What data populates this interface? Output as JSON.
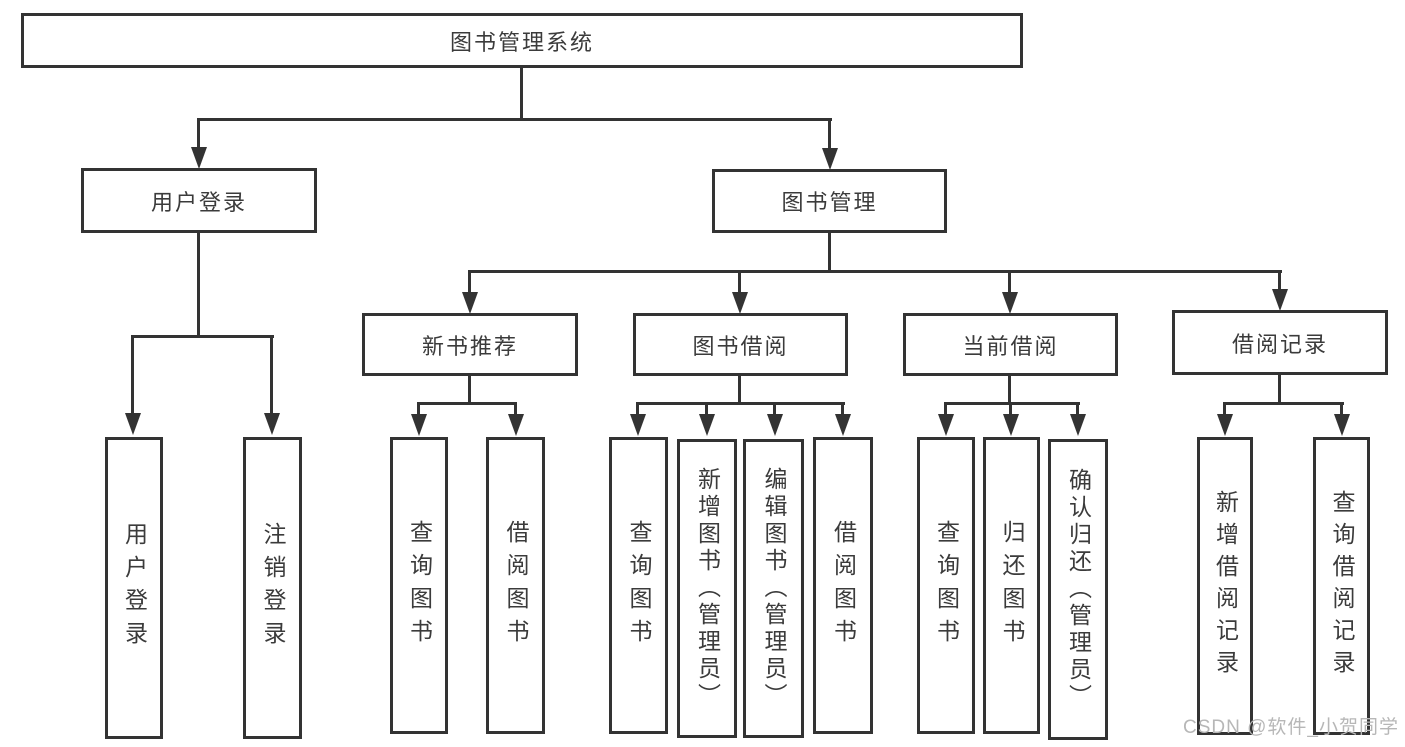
{
  "diagram_title": "图书管理系统",
  "nodes": {
    "root": "图书管理系统",
    "user_login_group": "用户登录",
    "book_mgmt_group": "图书管理",
    "new_book_rec": "新书推荐",
    "book_borrow": "图书借阅",
    "current_borrow": "当前借阅",
    "borrow_record": "借阅记录",
    "leaf_user_login": "用户登录",
    "leaf_logout": "注销登录",
    "leaf_nbr_query": "查询图书",
    "leaf_nbr_borrow": "借阅图书",
    "leaf_bb_query": "查询图书",
    "leaf_bb_add": "新增图书（管理员）",
    "leaf_bb_edit": "编辑图书（管理员）",
    "leaf_bb_borrow": "借阅图书",
    "leaf_cb_query": "查询图书",
    "leaf_cb_return": "归还图书",
    "leaf_cb_confirm": "确认归还（管理员）",
    "leaf_br_add": "新增借阅记录",
    "leaf_br_query": "查询借阅记录"
  },
  "watermark": "CSDN @软件_小贺同学",
  "colors": {
    "line": "#333333",
    "text": "#3b3b3b",
    "background": "#ffffff",
    "watermark": "#b7b7b7"
  }
}
